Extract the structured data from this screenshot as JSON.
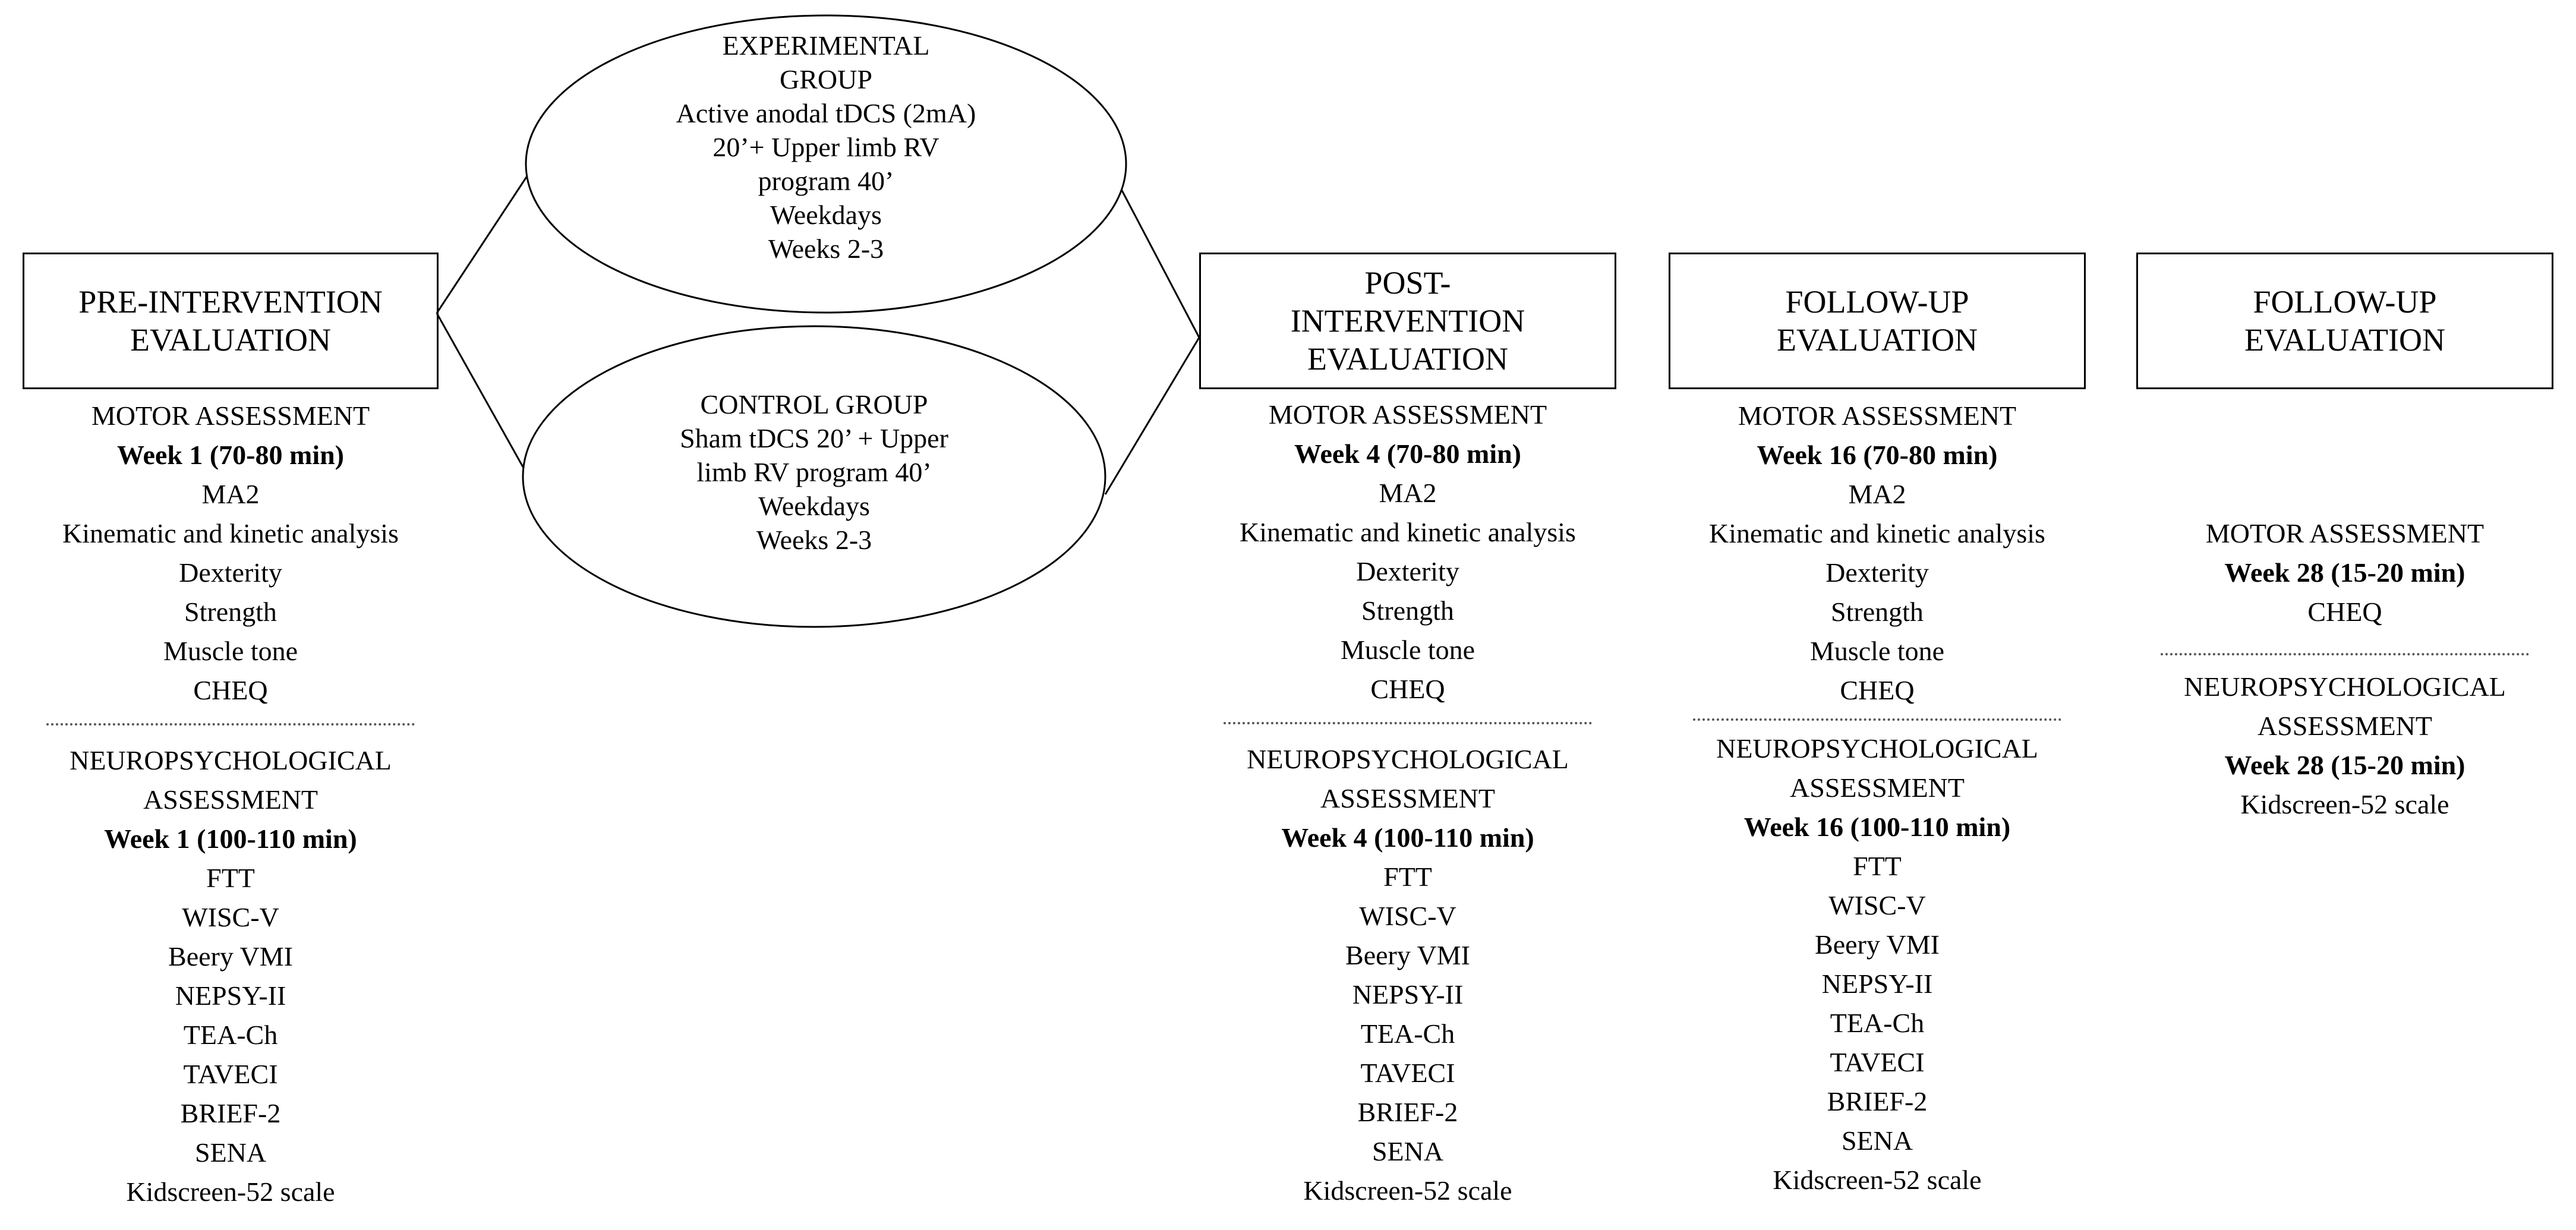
{
  "experimental": {
    "lines": [
      "EXPERIMENTAL",
      "GROUP",
      "Active anodal tDCS (2mA)",
      "20’+ Upper limb RV",
      "program 40’",
      "Weekdays",
      "Weeks 2-3"
    ]
  },
  "control": {
    "lines": [
      "CONTROL GROUP",
      "Sham tDCS 20’ + Upper",
      "limb RV program 40’",
      "Weekdays",
      "Weeks 2-3"
    ]
  },
  "boxes": {
    "pre": [
      "PRE-INTERVENTION",
      "EVALUATION"
    ],
    "post": [
      "POST-",
      "INTERVENTION",
      "EVALUATION"
    ],
    "follow1": [
      "FOLLOW-UP",
      "EVALUATION"
    ],
    "follow2": [
      "FOLLOW-UP",
      "EVALUATION"
    ]
  },
  "pre": {
    "motor": [
      "MOTOR ASSESSMENT",
      "Week 1 (70-80 min)",
      "MA2",
      "Kinematic and kinetic analysis",
      "Dexterity",
      "Strength",
      "Muscle tone",
      "CHEQ"
    ],
    "neuro": [
      "NEUROPSYCHOLOGICAL",
      "ASSESSMENT",
      "Week 1 (100-110 min)",
      "FTT",
      "WISC-V",
      "Beery VMI",
      "NEPSY-II",
      "TEA-Ch",
      "TAVECI",
      "BRIEF-2",
      "SENA",
      "Kidscreen-52 scale"
    ]
  },
  "post": {
    "motor": [
      "MOTOR ASSESSMENT",
      "Week 4 (70-80 min)",
      "MA2",
      "Kinematic and kinetic analysis",
      "Dexterity",
      "Strength",
      "Muscle tone",
      "CHEQ"
    ],
    "neuro": [
      "NEUROPSYCHOLOGICAL",
      "ASSESSMENT",
      "Week 4 (100-110 min)",
      "FTT",
      "WISC-V",
      "Beery VMI",
      "NEPSY-II",
      "TEA-Ch",
      "TAVECI",
      "BRIEF-2",
      "SENA",
      "Kidscreen-52 scale"
    ]
  },
  "follow1": {
    "motor": [
      "MOTOR ASSESSMENT",
      "Week 16 (70-80 min)",
      "MA2",
      "Kinematic and kinetic analysis",
      "Dexterity",
      "Strength",
      "Muscle tone",
      "CHEQ"
    ],
    "neuro": [
      "NEUROPSYCHOLOGICAL",
      "ASSESSMENT",
      "Week 16 (100-110 min)",
      "FTT",
      "WISC-V",
      "Beery VMI",
      "NEPSY-II",
      "TEA-Ch",
      "TAVECI",
      "BRIEF-2",
      "SENA",
      "Kidscreen-52 scale"
    ]
  },
  "follow2": {
    "motor": [
      "MOTOR ASSESSMENT",
      "Week 28 (15-20 min)",
      "CHEQ"
    ],
    "neuro": [
      "NEUROPSYCHOLOGICAL",
      "ASSESSMENT",
      "Week 28 (15-20 min)",
      "Kidscreen-52 scale"
    ]
  }
}
